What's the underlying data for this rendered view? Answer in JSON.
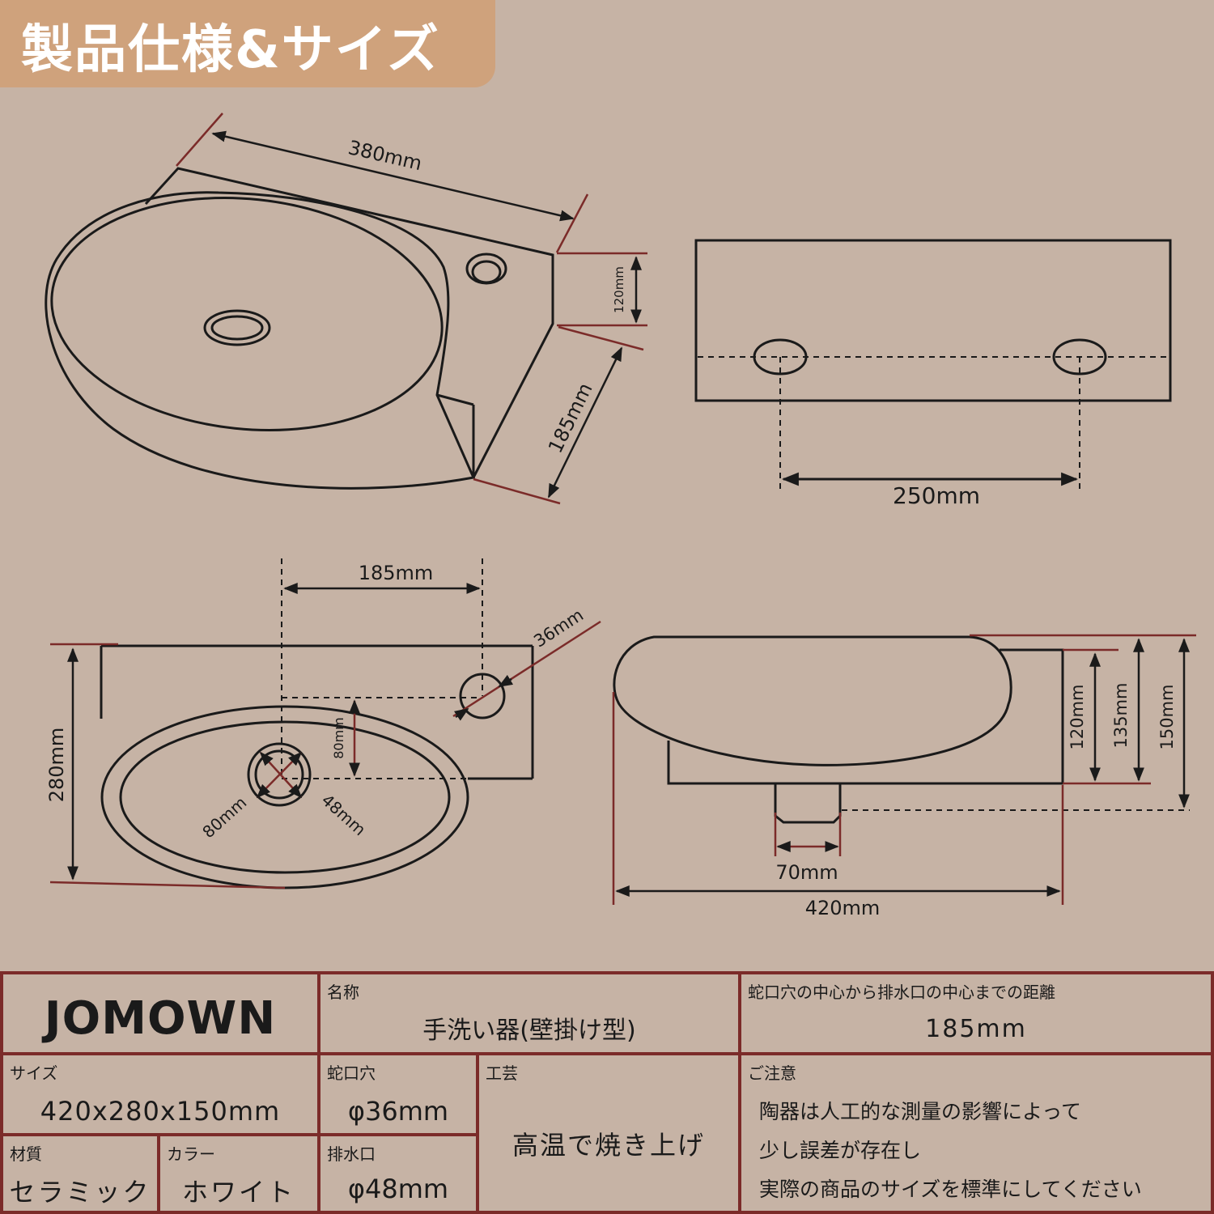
{
  "header": {
    "title": "製品仕様&サイズ"
  },
  "dimensions": {
    "top_view": {
      "length": "380mm",
      "depth": "185mm",
      "faucet_height": "120mm"
    },
    "back_view": {
      "hole_spacing": "250mm"
    },
    "plan_view": {
      "center_distance": "185mm",
      "width": "280mm",
      "faucet_hole": "36mm",
      "offset": "80mm",
      "drain_outer": "80mm",
      "drain_inner": "48mm"
    },
    "side_view": {
      "h1": "120mm",
      "h2": "135mm",
      "h3": "150mm",
      "drain_width": "70mm",
      "length": "420mm"
    }
  },
  "spec": {
    "brand": "JOMOWN",
    "name_label": "名称",
    "name_value": "手洗い器(壁掛け型)",
    "distance_label": "蛇口穴の中心から排水口の中心までの距離",
    "distance_value": "185mm",
    "size_label": "サイズ",
    "size_value": "420x280x150mm",
    "faucet_label": "蛇口穴",
    "faucet_value": "φ36mm",
    "craft_label": "工芸",
    "craft_value": "高温で焼き上げ",
    "notice_label": "ご注意",
    "notice_lines": [
      "陶器は人工的な測量の影響によって",
      "少し誤差が存在し",
      "実際の商品のサイズを標準にしてください"
    ],
    "material_label": "材質",
    "material_value": "セラミック",
    "color_label": "カラー",
    "color_value": "ホワイト",
    "drain_label": "排水口",
    "drain_value": "φ48mm"
  },
  "colors": {
    "background": "#c6b3a5",
    "tab": "#cfa27c",
    "accent": "#7b2b29",
    "line": "#1a1a1a"
  }
}
